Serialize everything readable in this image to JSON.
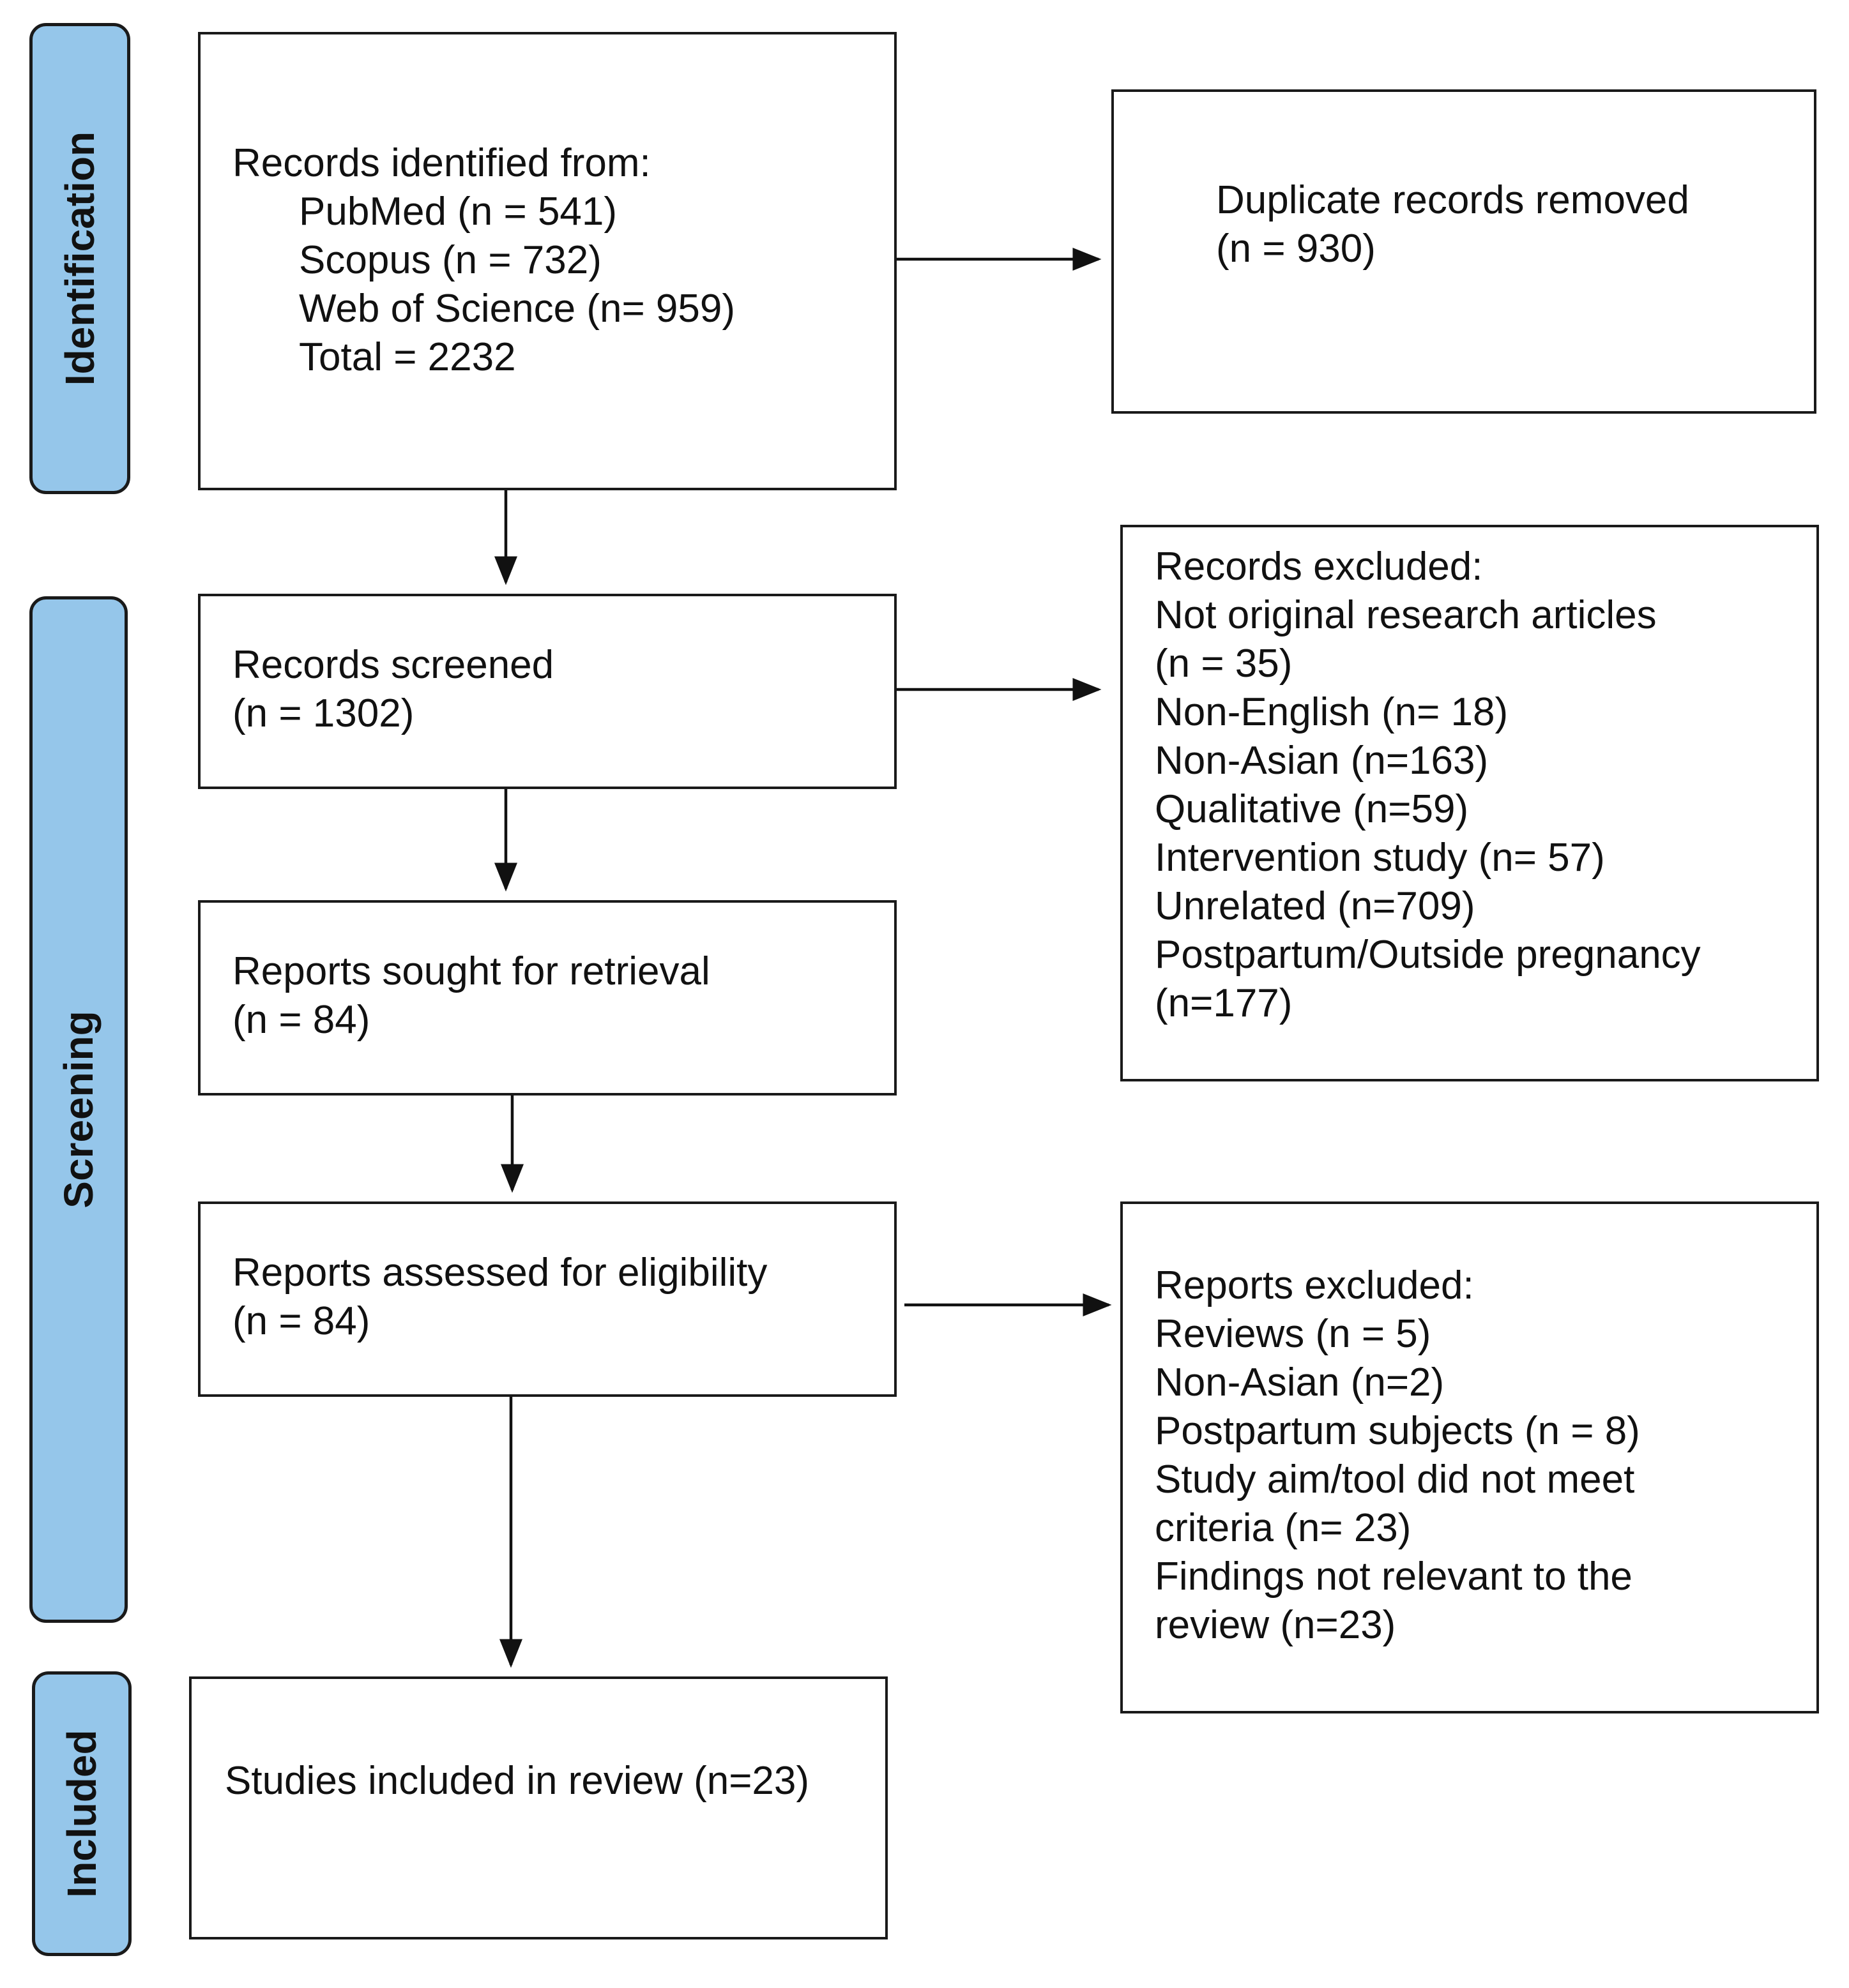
{
  "stages": {
    "identification": "Identification",
    "screening": "Screening",
    "included": "Included"
  },
  "identified": {
    "heading": "Records identified from:",
    "sources": [
      "PubMed (n = 541)",
      "Scopus (n = 732)",
      "Web of Science (n= 959)",
      "Total = 2232"
    ]
  },
  "duplicates": {
    "label": "Duplicate records removed",
    "count": "(n = 930)"
  },
  "screened": {
    "label": "Records screened",
    "count": "(n = 1302)"
  },
  "records_excluded": {
    "lines": [
      "Records excluded:",
      "Not original research articles",
      "(n = 35)",
      "Non-English (n= 18)",
      "Non-Asian (n=163)",
      "Qualitative (n=59)",
      "Intervention study (n= 57)",
      "Unrelated (n=709)",
      "Postpartum/Outside pregnancy",
      "(n=177)"
    ]
  },
  "retrieval": {
    "label": "Reports sought for retrieval",
    "count": "(n = 84)"
  },
  "eligibility": {
    "label": "Reports assessed for eligibility",
    "count": "(n = 84)"
  },
  "reports_excluded": {
    "lines": [
      "Reports excluded:",
      "Reviews (n = 5)",
      "Non-Asian (n=2)",
      "Postpartum subjects (n = 8)",
      "Study aim/tool did not meet",
      "criteria (n= 23)",
      "Findings not relevant to the",
      "review (n=23)"
    ]
  },
  "included": {
    "label": "Studies included in review (n=23)"
  }
}
